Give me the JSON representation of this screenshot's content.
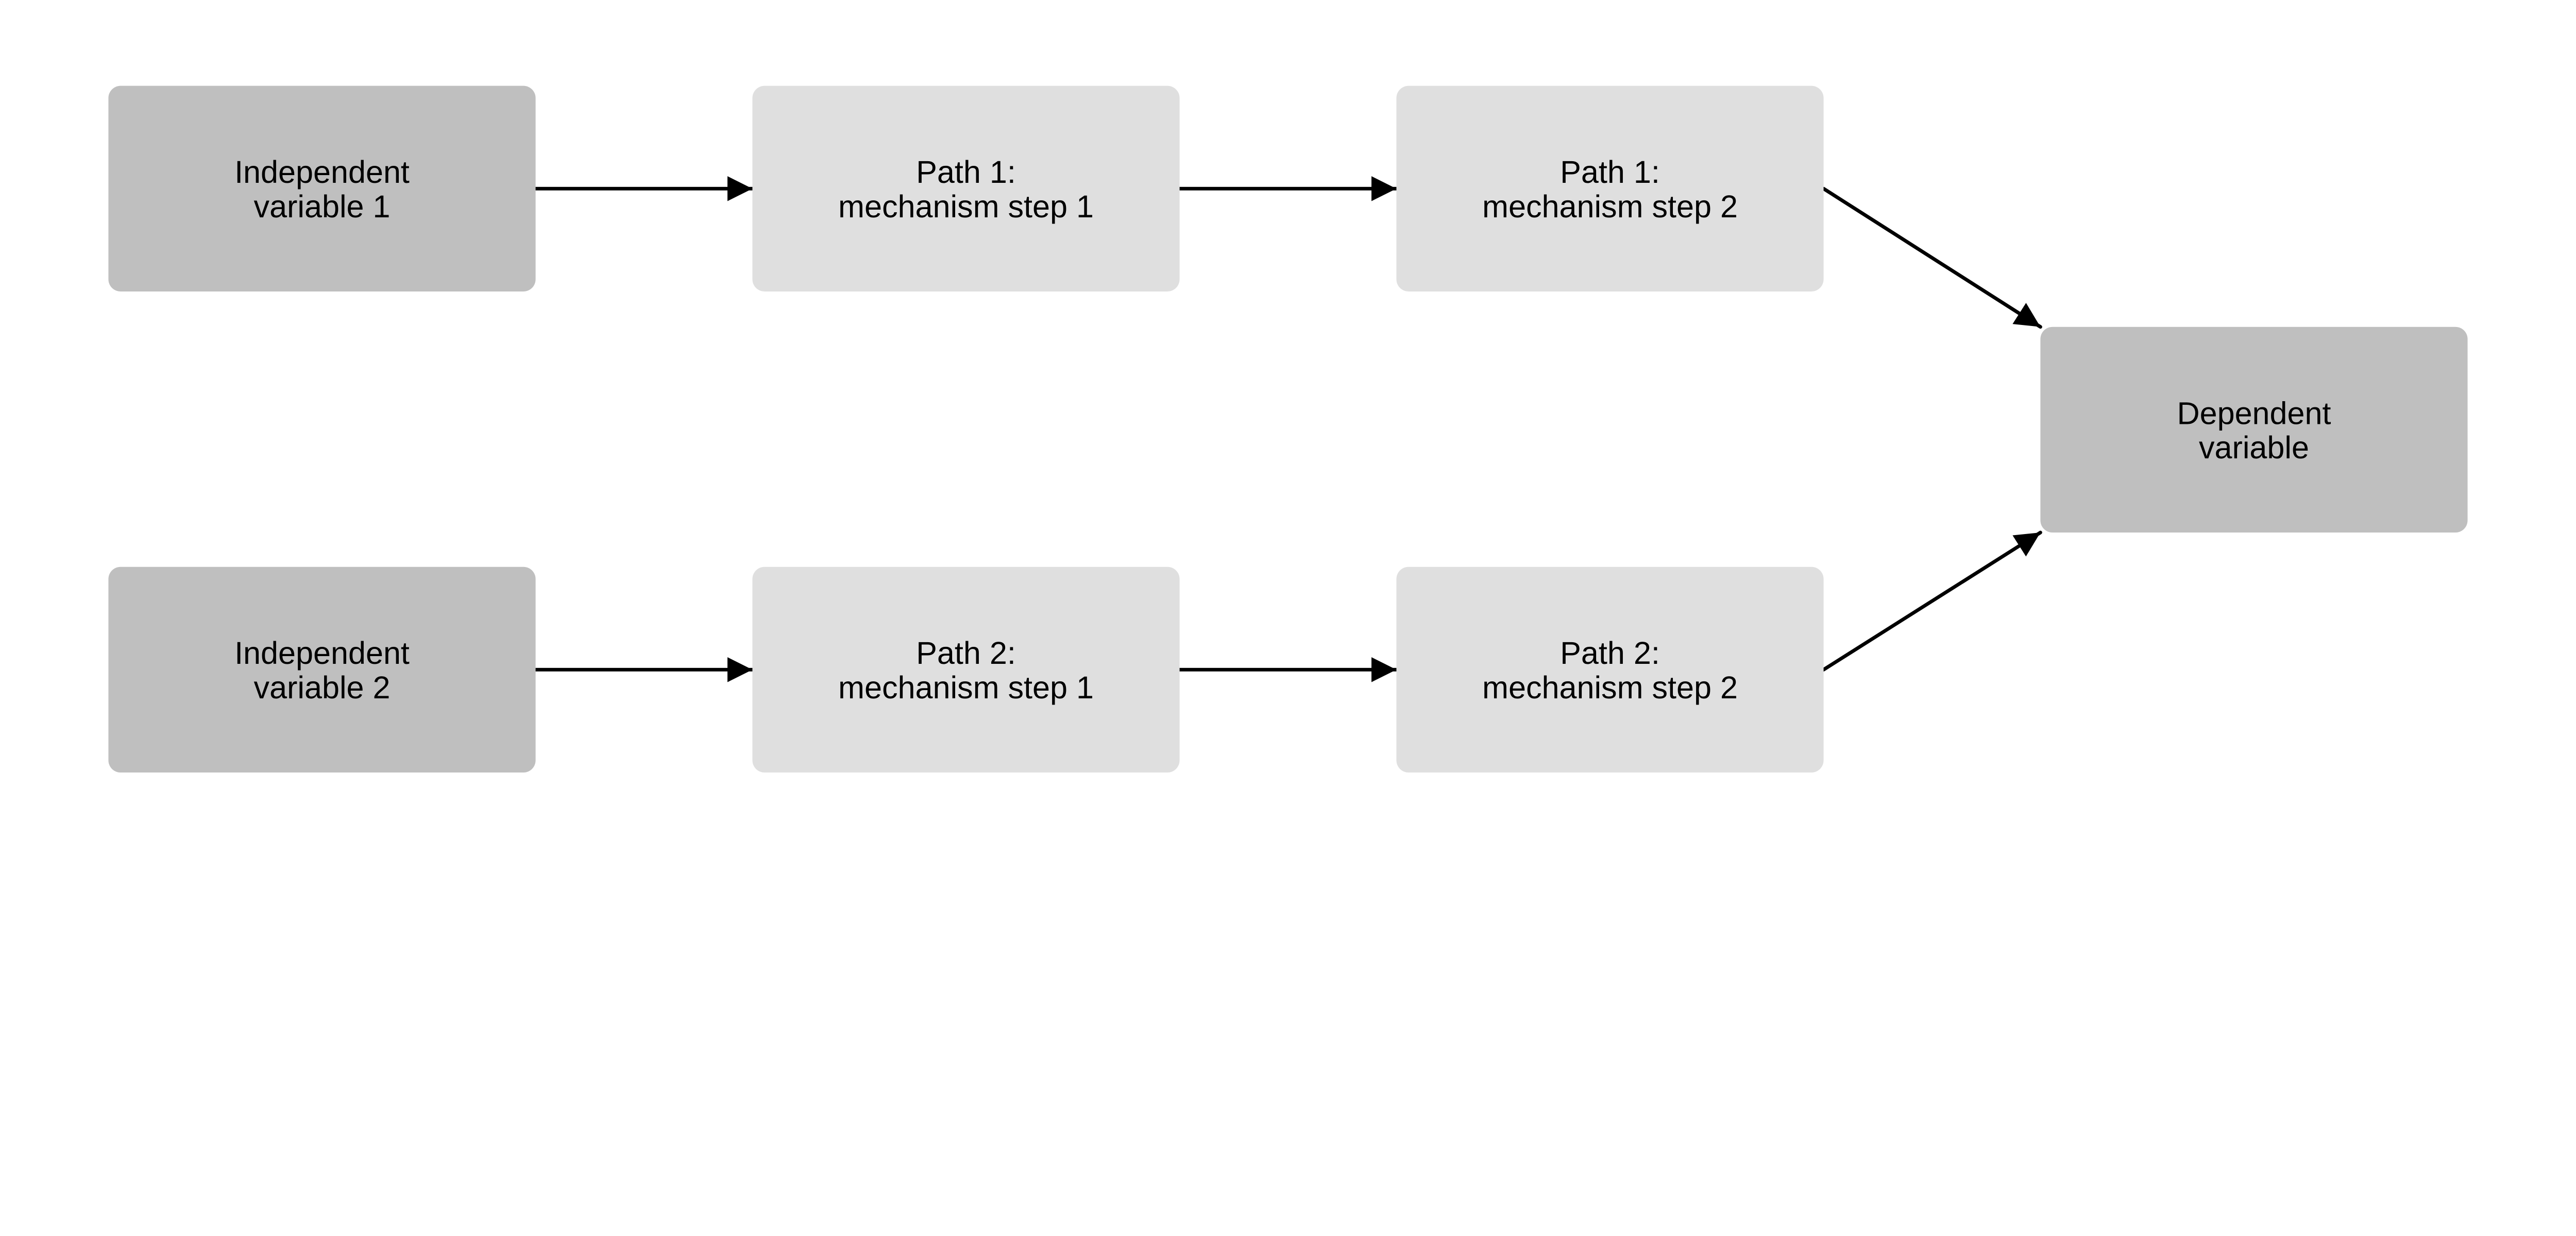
{
  "colors": {
    "dark_box": "#bfbfbf",
    "light_box": "#dfdfdf",
    "arrow": "#000000",
    "background": "#ffffff"
  },
  "nodes": {
    "iv1": {
      "line1": "Independent",
      "line2": "variable 1"
    },
    "iv2": {
      "line1": "Independent",
      "line2": "variable 2"
    },
    "p1s1": {
      "line1": "Path 1:",
      "line2": "mechanism step 1"
    },
    "p1s2": {
      "line1": "Path 1:",
      "line2": "mechanism step 2"
    },
    "p2s1": {
      "line1": "Path 2:",
      "line2": "mechanism step 1"
    },
    "p2s2": {
      "line1": "Path 2:",
      "line2": "mechanism step 2"
    },
    "dv": {
      "line1": "Dependent",
      "line2": "variable"
    }
  },
  "edges": [
    {
      "from": "iv1",
      "to": "p1s1"
    },
    {
      "from": "p1s1",
      "to": "p1s2"
    },
    {
      "from": "p1s2",
      "to": "dv"
    },
    {
      "from": "iv2",
      "to": "p2s1"
    },
    {
      "from": "p2s1",
      "to": "p2s2"
    },
    {
      "from": "p2s2",
      "to": "dv"
    }
  ]
}
